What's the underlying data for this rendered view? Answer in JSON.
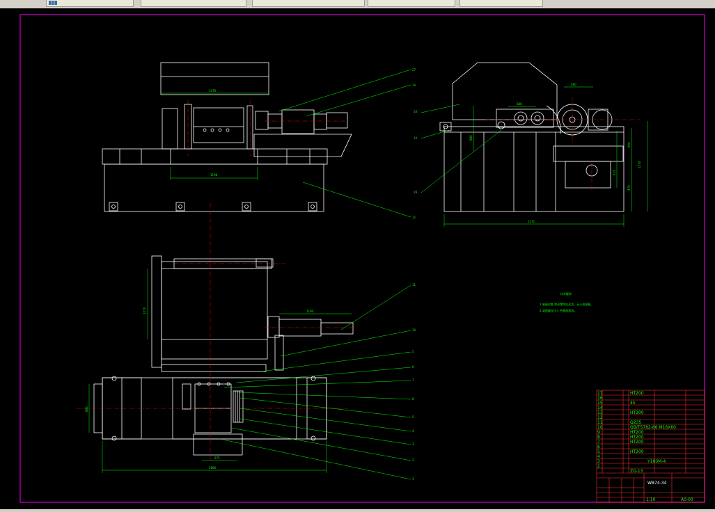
{
  "colors": {
    "background": "#000000",
    "frame": "#b000b0",
    "part_lines": "#ffffff",
    "dimension_lines": "#00ff00",
    "leader_lines": "#00ff00",
    "center_lines": "#ff0000",
    "title_block_grid": "#ff3030"
  },
  "toolbar": {
    "app_icon": "grid-icon"
  },
  "front_view": {
    "width_dim": "1470",
    "inner_dim": "1198"
  },
  "side_view": {
    "top_dim": "380",
    "left_dim": "580",
    "width_dim": "1171",
    "height_dims": [
      "600",
      "615",
      "1270",
      "470"
    ],
    "wheel_dim": "880"
  },
  "plan_view": {
    "vertical_dim": "1270",
    "side_dim": "1190",
    "length_dim": "2880",
    "left_dim": "800",
    "small_dim": "275"
  },
  "leaders_top": [
    "27",
    "14",
    "18",
    "14",
    "29",
    "12"
  ],
  "leaders_plan": [
    "11",
    "10",
    "5",
    "6",
    "7",
    "8",
    "5",
    "4",
    "3",
    "2",
    "1"
  ],
  "tech_notes": {
    "heading": "技术要求",
    "lines": [
      "1.装配时各 转动零件应灵活，无卡滞现象。",
      "2.减速器应注入 合格润滑油。"
    ]
  },
  "title_block": {
    "bom_rows": [
      {
        "no": "17",
        "material": "HT200"
      },
      {
        "no": "16",
        "material": ""
      },
      {
        "no": "15",
        "material": "45"
      },
      {
        "no": "14",
        "material": ""
      },
      {
        "no": "13",
        "material": "HT200"
      },
      {
        "no": "12",
        "material": ""
      },
      {
        "no": "11",
        "material": "Q235"
      },
      {
        "no": "10",
        "material": "GB/T5782-86 M16X60"
      },
      {
        "no": "9",
        "material": "HT200"
      },
      {
        "no": "8",
        "material": "HT200"
      },
      {
        "no": "7",
        "material": "HT200"
      },
      {
        "no": "6",
        "material": ""
      },
      {
        "no": "5",
        "material": "HT200"
      },
      {
        "no": "4",
        "material": "Y160M-4"
      },
      {
        "no": "3",
        "material": ""
      },
      {
        "no": "2",
        "material": "ZG-13"
      }
    ],
    "drawing_no": "WB74-34",
    "scale": "1:10",
    "sheet_label": "A0-00"
  }
}
